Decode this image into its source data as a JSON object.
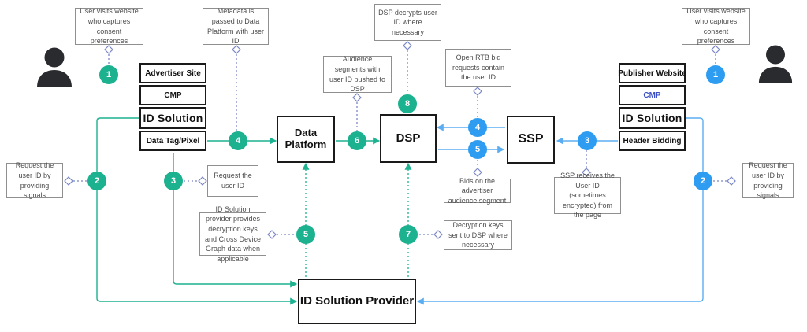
{
  "colors": {
    "teal": "#1cb18f",
    "blue": "#2d9cf1",
    "blue-line": "#5badf2",
    "connector": "#7b87c6",
    "cmp-blue": "#3a4ec4",
    "box-border": "#1a1a1a",
    "ann-border": "#8f8f8f",
    "ann-text": "#4d4d4d",
    "person": "#292b2e"
  },
  "left_stack": {
    "rows": [
      {
        "label": "Advertiser Site"
      },
      {
        "label": "CMP"
      },
      {
        "label": "ID Solution"
      },
      {
        "label": "Data Tag/Pixel"
      }
    ]
  },
  "right_stack": {
    "rows": [
      {
        "label": "Publisher Website"
      },
      {
        "label": "CMP"
      },
      {
        "label": "ID Solution"
      },
      {
        "label": "Header Bidding"
      }
    ]
  },
  "nodes": {
    "data_platform": {
      "label": "Data Platform"
    },
    "dsp": {
      "label": "DSP"
    },
    "ssp": {
      "label": "SSP"
    },
    "id_solution_provider": {
      "label": "ID Solution Provider"
    }
  },
  "steps": {
    "green": [
      {
        "n": "1"
      },
      {
        "n": "2"
      },
      {
        "n": "3"
      },
      {
        "n": "4"
      },
      {
        "n": "5"
      },
      {
        "n": "6"
      },
      {
        "n": "7"
      },
      {
        "n": "8"
      }
    ],
    "blue": [
      {
        "n": "1"
      },
      {
        "n": "2"
      },
      {
        "n": "3"
      },
      {
        "n": "4"
      },
      {
        "n": "5"
      }
    ]
  },
  "annotations": {
    "visit_left": "User visits website who captures consent preferences",
    "metadata": "Metadata is passed to Data Platform with user ID",
    "audience": "Audience segments with user ID pushed to DSP",
    "dsp_decrypts": "DSP decrypts user ID where necessary",
    "open_rtb": "Open RTB bid requests contain the user ID",
    "visit_right": "User visits website who captures consent preferences",
    "request_signals_left": "Request the user ID by providing signals",
    "request_id": "Request the user ID",
    "provider_keys": "ID Solution provider provides decryption keys and Cross Device Graph data when applicable",
    "bids": "Bids on the advertiser audience segment",
    "decryption_keys": "Decryption keys sent to DSP where necessary",
    "ssp_receives": "SSP receives the User ID (sometimes encrypted) from the page",
    "request_signals_right": "Request the user ID by providing signals"
  }
}
